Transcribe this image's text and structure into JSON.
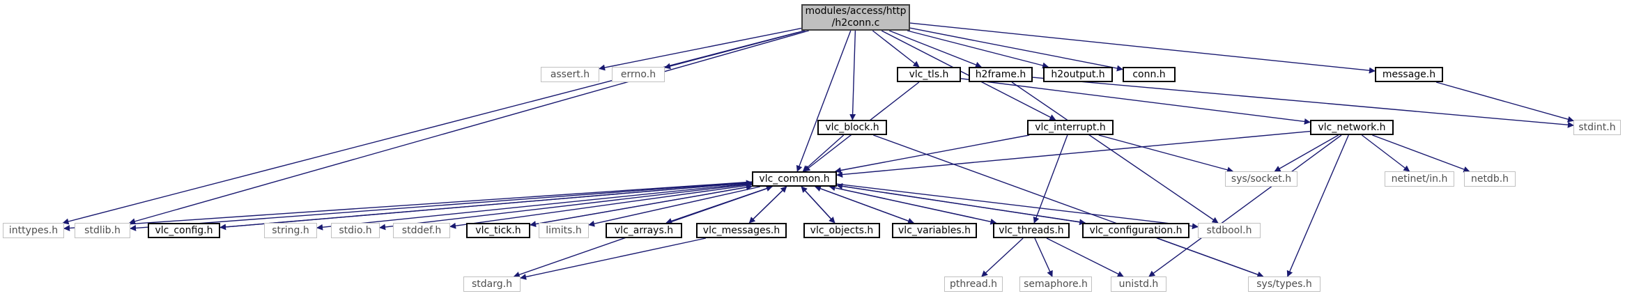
{
  "graph": {
    "edge_color": "#191970",
    "root": {
      "id": "root",
      "line1": "modules/access/http",
      "line2": "/h2conn.c"
    },
    "nodes": [
      {
        "id": "assert",
        "label": "assert.h",
        "kind": "sys"
      },
      {
        "id": "errno",
        "label": "errno.h",
        "kind": "sys"
      },
      {
        "id": "inttypes",
        "label": "inttypes.h",
        "kind": "sys"
      },
      {
        "id": "vlc_tls",
        "label": "vlc_tls.h",
        "kind": "doc"
      },
      {
        "id": "h2frame",
        "label": "h2frame.h",
        "kind": "doc"
      },
      {
        "id": "h2output",
        "label": "h2output.h",
        "kind": "doc"
      },
      {
        "id": "conn",
        "label": "conn.h",
        "kind": "doc"
      },
      {
        "id": "message",
        "label": "message.h",
        "kind": "doc"
      },
      {
        "id": "stdint",
        "label": "stdint.h",
        "kind": "sys"
      },
      {
        "id": "vlc_block",
        "label": "vlc_block.h",
        "kind": "doc"
      },
      {
        "id": "vlc_interrupt",
        "label": "vlc_interrupt.h",
        "kind": "doc"
      },
      {
        "id": "vlc_network",
        "label": "vlc_network.h",
        "kind": "doc"
      },
      {
        "id": "vlc_common",
        "label": "vlc_common.h",
        "kind": "doc"
      },
      {
        "id": "sys_socket",
        "label": "sys/socket.h",
        "kind": "sys"
      },
      {
        "id": "netinet_in",
        "label": "netinet/in.h",
        "kind": "sys"
      },
      {
        "id": "netdb",
        "label": "netdb.h",
        "kind": "sys"
      },
      {
        "id": "stdlib",
        "label": "stdlib.h",
        "kind": "sys"
      },
      {
        "id": "vlc_config",
        "label": "vlc_config.h",
        "kind": "doc"
      },
      {
        "id": "string",
        "label": "string.h",
        "kind": "sys"
      },
      {
        "id": "stdio",
        "label": "stdio.h",
        "kind": "sys"
      },
      {
        "id": "stddef",
        "label": "stddef.h",
        "kind": "sys"
      },
      {
        "id": "vlc_tick",
        "label": "vlc_tick.h",
        "kind": "doc"
      },
      {
        "id": "limits",
        "label": "limits.h",
        "kind": "sys"
      },
      {
        "id": "vlc_arrays",
        "label": "vlc_arrays.h",
        "kind": "doc"
      },
      {
        "id": "vlc_messages",
        "label": "vlc_messages.h",
        "kind": "doc"
      },
      {
        "id": "vlc_objects",
        "label": "vlc_objects.h",
        "kind": "doc"
      },
      {
        "id": "vlc_variables",
        "label": "vlc_variables.h",
        "kind": "doc"
      },
      {
        "id": "vlc_threads",
        "label": "vlc_threads.h",
        "kind": "doc"
      },
      {
        "id": "vlc_configuration",
        "label": "vlc_configuration.h",
        "kind": "doc"
      },
      {
        "id": "stdbool",
        "label": "stdbool.h",
        "kind": "sys"
      },
      {
        "id": "stdarg",
        "label": "stdarg.h",
        "kind": "sys"
      },
      {
        "id": "pthread",
        "label": "pthread.h",
        "kind": "sys"
      },
      {
        "id": "semaphore",
        "label": "semaphore.h",
        "kind": "sys"
      },
      {
        "id": "unistd",
        "label": "unistd.h",
        "kind": "sys"
      },
      {
        "id": "sys_types",
        "label": "sys/types.h",
        "kind": "sys"
      }
    ],
    "edges": [
      [
        "root",
        "assert"
      ],
      [
        "root",
        "errno"
      ],
      [
        "root",
        "inttypes"
      ],
      [
        "root",
        "stdlib"
      ],
      [
        "root",
        "vlc_common"
      ],
      [
        "root",
        "vlc_block"
      ],
      [
        "root",
        "vlc_interrupt"
      ],
      [
        "root",
        "vlc_tls"
      ],
      [
        "root",
        "h2frame"
      ],
      [
        "root",
        "h2output"
      ],
      [
        "root",
        "conn"
      ],
      [
        "root",
        "message"
      ],
      [
        "vlc_tls",
        "vlc_common"
      ],
      [
        "vlc_tls",
        "vlc_network"
      ],
      [
        "h2frame",
        "stdint"
      ],
      [
        "h2frame",
        "stdbool"
      ],
      [
        "message",
        "stdint"
      ],
      [
        "vlc_block",
        "vlc_common"
      ],
      [
        "vlc_block",
        "sys_types"
      ],
      [
        "vlc_interrupt",
        "vlc_common"
      ],
      [
        "vlc_interrupt",
        "sys_socket"
      ],
      [
        "vlc_interrupt",
        "vlc_threads"
      ],
      [
        "vlc_network",
        "vlc_common"
      ],
      [
        "vlc_network",
        "sys_socket"
      ],
      [
        "vlc_network",
        "netinet_in"
      ],
      [
        "vlc_network",
        "netdb"
      ],
      [
        "vlc_network",
        "unistd"
      ],
      [
        "vlc_network",
        "sys_types"
      ],
      [
        "vlc_common",
        "inttypes"
      ],
      [
        "vlc_common",
        "stdlib"
      ],
      [
        "vlc_common",
        "vlc_config"
      ],
      [
        "vlc_common",
        "string"
      ],
      [
        "vlc_common",
        "stdio"
      ],
      [
        "vlc_common",
        "stddef"
      ],
      [
        "vlc_common",
        "vlc_tick"
      ],
      [
        "vlc_common",
        "limits"
      ],
      [
        "vlc_common",
        "vlc_arrays"
      ],
      [
        "vlc_common",
        "vlc_messages"
      ],
      [
        "vlc_common",
        "vlc_objects"
      ],
      [
        "vlc_common",
        "vlc_variables"
      ],
      [
        "vlc_common",
        "vlc_threads"
      ],
      [
        "vlc_common",
        "vlc_configuration"
      ],
      [
        "vlc_common",
        "stdbool"
      ],
      [
        "vlc_common",
        "stdarg"
      ],
      [
        "vlc_config",
        "vlc_common"
      ],
      [
        "vlc_tick",
        "vlc_common"
      ],
      [
        "vlc_arrays",
        "vlc_common"
      ],
      [
        "vlc_messages",
        "vlc_common"
      ],
      [
        "vlc_objects",
        "vlc_common"
      ],
      [
        "vlc_variables",
        "vlc_common"
      ],
      [
        "vlc_threads",
        "vlc_common"
      ],
      [
        "vlc_configuration",
        "vlc_common"
      ],
      [
        "vlc_messages",
        "stdarg"
      ],
      [
        "vlc_threads",
        "pthread"
      ],
      [
        "vlc_threads",
        "semaphore"
      ],
      [
        "vlc_threads",
        "unistd"
      ],
      [
        "vlc_configuration",
        "sys_types"
      ]
    ]
  }
}
